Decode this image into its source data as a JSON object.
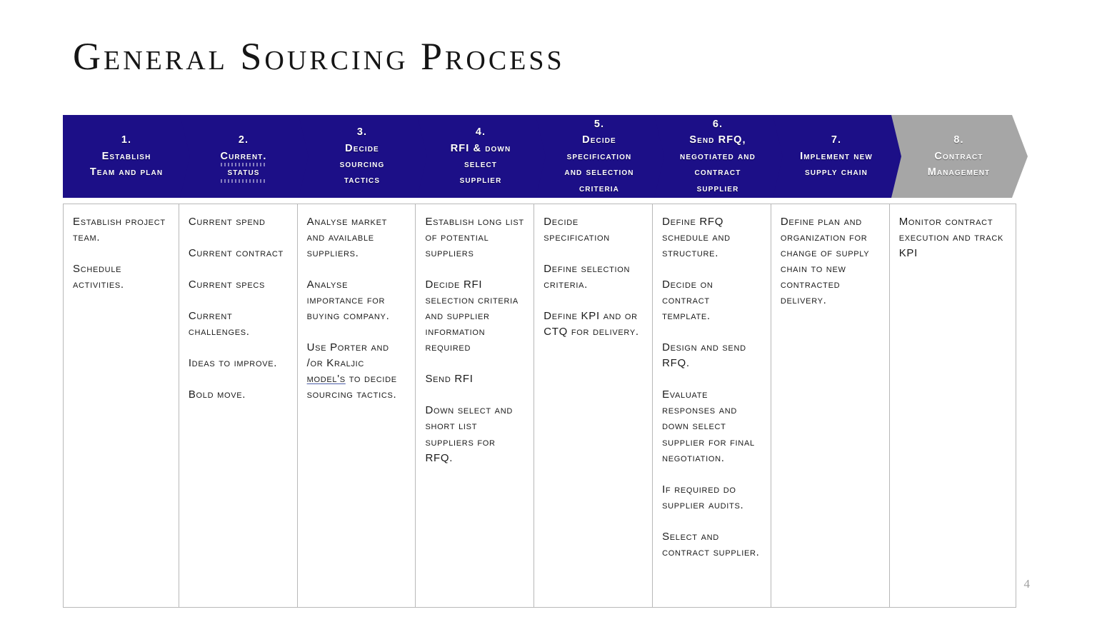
{
  "slide": {
    "title": "General Sourcing Process",
    "page_number": "4",
    "colors": {
      "chevron_navy": "#1c0f87",
      "chevron_gray": "#a6a6a6",
      "border_gray": "#b8b8b8",
      "link_underline": "#4a5da8",
      "page_number_gray": "#a0a0a0"
    }
  },
  "steps": [
    {
      "number": "1.",
      "lines": [
        "Establish",
        "Team and plan"
      ],
      "color": "navy",
      "shape": "first"
    },
    {
      "number": "2.",
      "lines": [
        "Current.",
        "status"
      ],
      "color": "navy",
      "shape": "mid"
    },
    {
      "number": "3.",
      "lines": [
        "Decide",
        "sourcing",
        "tactics"
      ],
      "color": "navy",
      "shape": "mid"
    },
    {
      "number": "4.",
      "lines": [
        "RFI & down",
        "select",
        "supplier"
      ],
      "color": "navy",
      "shape": "mid"
    },
    {
      "number": "5.",
      "lines": [
        "Decide",
        "specification",
        "and selection",
        "criteria"
      ],
      "color": "navy",
      "shape": "mid"
    },
    {
      "number": "6.",
      "lines": [
        "Send RFQ,",
        "negotiated and",
        "contract",
        "supplier"
      ],
      "color": "navy",
      "shape": "mid"
    },
    {
      "number": "7.",
      "lines": [
        "Implement new",
        "supply chain"
      ],
      "color": "navy",
      "shape": "mid"
    },
    {
      "number": "8.",
      "lines": [
        "Contract",
        "Management"
      ],
      "color": "gray",
      "shape": "last"
    }
  ],
  "columns": [
    {
      "step": "1",
      "paragraphs": [
        "Establish project team.",
        "Schedule activities."
      ]
    },
    {
      "step": "2",
      "paragraphs": [
        "Current spend",
        "Current contract",
        "Current specs",
        "Current challenges.",
        "Ideas to improve.",
        "Bold move."
      ]
    },
    {
      "step": "3",
      "paragraphs": [
        "Analyse market and available suppliers.",
        "Analyse importance for buying company.",
        "Use Porter and /or Kraljic model's to decide sourcing tactics."
      ],
      "link_text": "model's"
    },
    {
      "step": "4",
      "paragraphs": [
        "Establish long list of potential suppliers",
        "Decide RFI selection criteria and supplier information required",
        "Send RFI",
        "Down select and short list suppliers for RFQ."
      ]
    },
    {
      "step": "5",
      "paragraphs": [
        "Decide specification",
        "Define selection criteria.",
        "Define KPI and or CTQ for delivery."
      ]
    },
    {
      "step": "6",
      "paragraphs": [
        "Define RFQ schedule and structure.",
        "Decide on contract template.",
        "Design and send RFQ.",
        "Evaluate responses and down select supplier for final negotiation.",
        "If required do supplier audits.",
        "Select and contract supplier."
      ]
    },
    {
      "step": "7",
      "paragraphs": [
        "Define plan and organization for change of supply chain to new contracted delivery."
      ]
    },
    {
      "step": "8",
      "paragraphs": [
        "Monitor contract execution and track KPI"
      ]
    }
  ]
}
